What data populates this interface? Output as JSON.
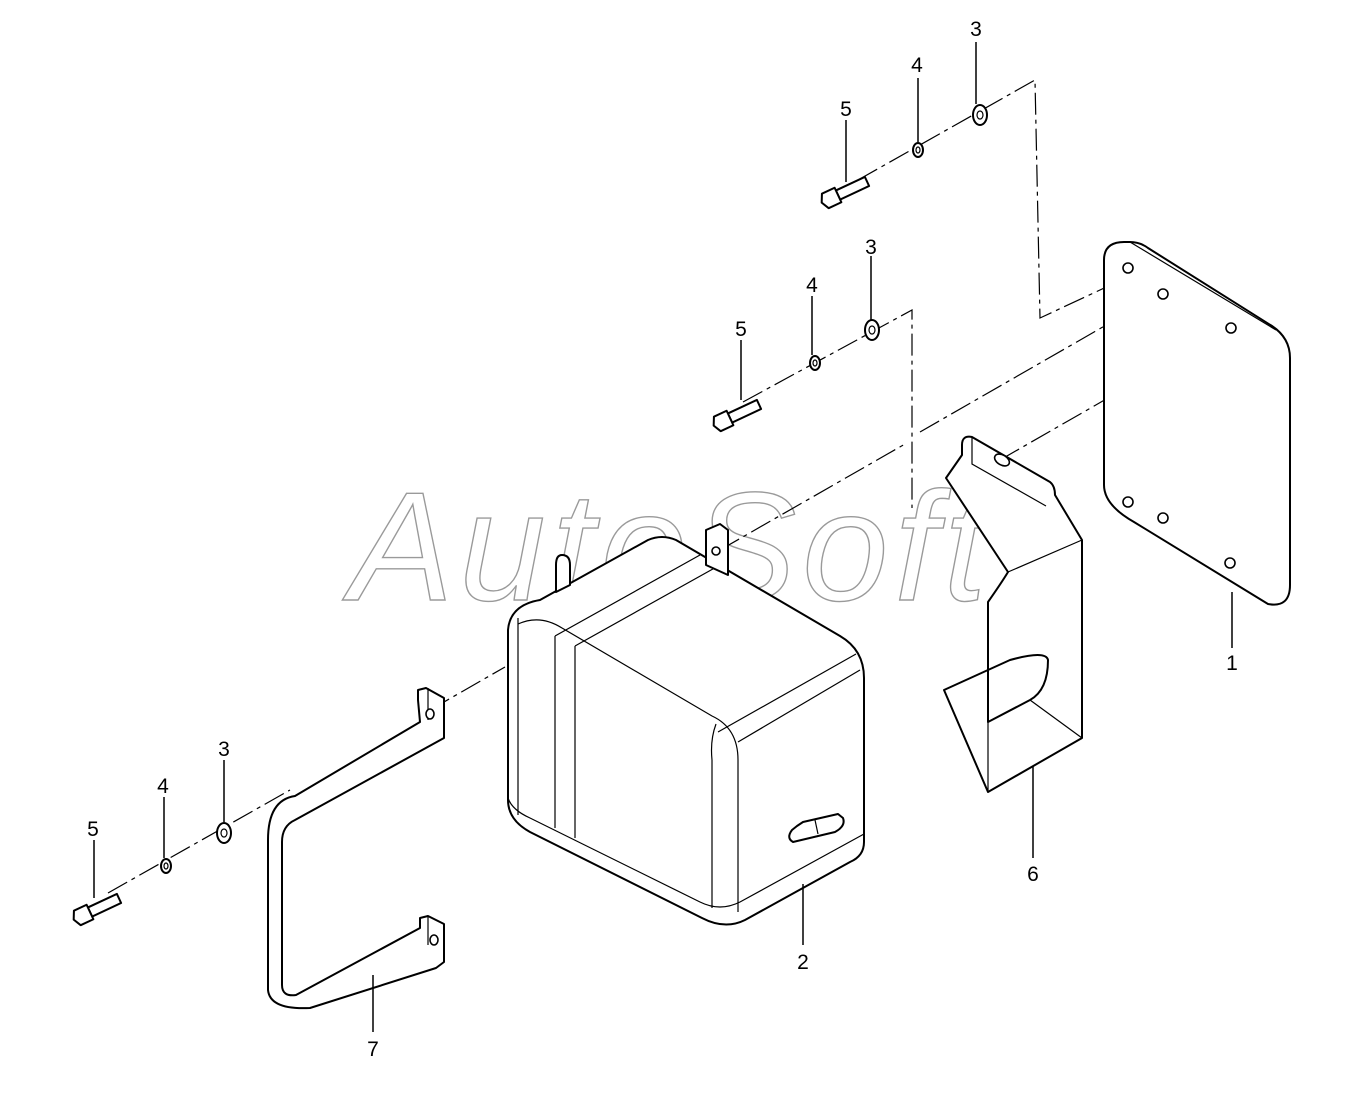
{
  "watermark": "AutoSoft",
  "callouts": {
    "c1": "1",
    "c2": "2",
    "c3_top": "3",
    "c4_top": "4",
    "c5_top": "5",
    "c3_mid": "3",
    "c4_mid": "4",
    "c5_mid": "5",
    "c3_low": "3",
    "c4_low": "4",
    "c5_low": "5",
    "c6": "6",
    "c7": "7"
  },
  "icons": {
    "tank": "fluid-tank-icon",
    "plate": "mounting-plate-icon",
    "bolt": "hex-bolt-icon",
    "washer": "washer-icon"
  }
}
